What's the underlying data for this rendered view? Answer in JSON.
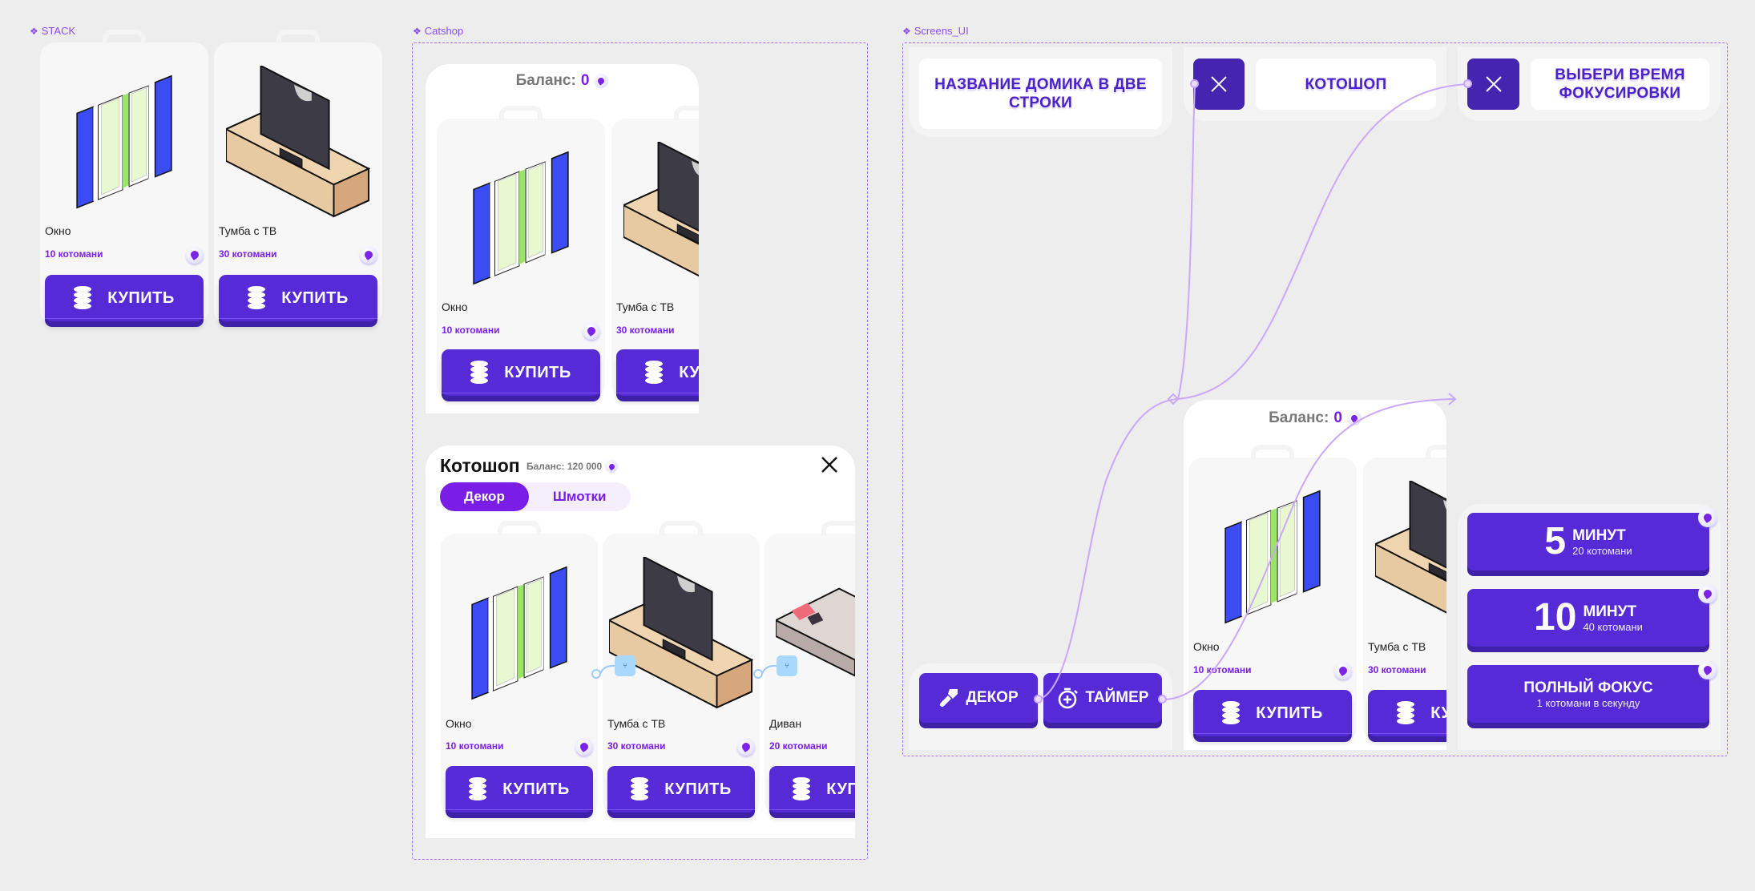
{
  "frames": {
    "stack": {
      "label": "STACK"
    },
    "catshop": {
      "label": "Catshop"
    },
    "screens_ui": {
      "label": "Screens_UI"
    }
  },
  "icons": {
    "frame": "component-diamond-icon",
    "coin": "fish-coin-icon",
    "buy": "coins-stack-icon",
    "close": "close-x-icon",
    "decor": "paintbrush-icon",
    "timer": "stopwatch-plus-icon",
    "flow": "flow-node-icon"
  },
  "colors": {
    "accent": "#562ad7",
    "accent_dark": "#3f21a8",
    "price": "#7a1de6",
    "frame_border": "#a56cf5",
    "canvas": "#ededed"
  },
  "buy_label": "КУПИТЬ",
  "stack": {
    "items": [
      {
        "name": "Окно",
        "price": "10 котомани"
      },
      {
        "name": "Тумба с ТВ",
        "price": "30 котомани"
      }
    ]
  },
  "catshop": {
    "balance_panel": {
      "balance_label": "Баланс:",
      "balance_value": "0",
      "items": [
        {
          "name": "Окно",
          "price": "10 котомани"
        },
        {
          "name": "Тумба с ТВ",
          "price": "30 котомани"
        }
      ]
    },
    "modal": {
      "title": "Котошоп",
      "balance": "Баланс: 120 000",
      "tabs": [
        {
          "label": "Декор",
          "active": true
        },
        {
          "label": "Шмотки",
          "active": false
        }
      ],
      "items": [
        {
          "name": "Окно",
          "price": "10 котомани"
        },
        {
          "name": "Тумба с ТВ",
          "price": "30 котомани"
        },
        {
          "name": "Диван",
          "price": "20 котомани"
        }
      ]
    }
  },
  "screens_ui": {
    "titles": {
      "house": "НАЗВАНИЕ ДОМИКА В ДВЕ СТРОКИ",
      "shop": "КОТОШОП",
      "focus": "ВЫБЕРИ ВРЕМЯ ФОКУСИРОВКИ"
    },
    "nav": {
      "decor": "ДЕКОР",
      "timer": "ТАЙМЕР"
    },
    "shop": {
      "balance_label": "Баланс:",
      "balance_value": "0",
      "items": [
        {
          "name": "Окно",
          "price": "10 котомани"
        },
        {
          "name": "Тумба с ТВ",
          "price": "30 котомани"
        }
      ]
    },
    "timers": [
      {
        "big": "5",
        "unit": "МИНУТ",
        "sub": "20 котомани"
      },
      {
        "big": "10",
        "unit": "МИНУТ",
        "sub": "40 котомани"
      },
      {
        "big": "",
        "unit": "ПОЛНЫЙ ФОКУС",
        "sub": "1 котомани в секунду"
      }
    ]
  }
}
